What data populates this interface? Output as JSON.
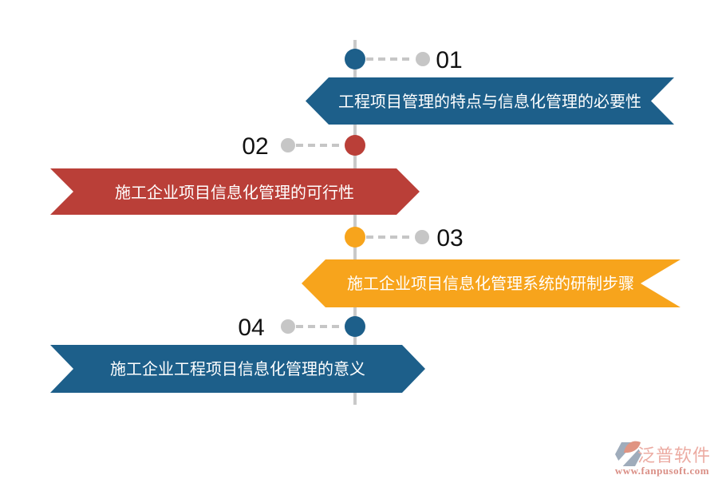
{
  "palette": {
    "blue": "#1d5f8a",
    "red": "#ba3f38",
    "orange": "#f7a41c",
    "line_gray": "#c9c9c9",
    "connector_gray": "#c6c6c6",
    "number_color": "#111111",
    "banner_text_color": "#ffffff"
  },
  "items": [
    {
      "number": "01",
      "label": "工程项目管理的特点与信息化管理的必要性",
      "color": "#1d5f8a",
      "side": "right"
    },
    {
      "number": "02",
      "label": "施工企业项目信息化管理的可行性",
      "color": "#ba3f38",
      "side": "left"
    },
    {
      "number": "03",
      "label": "施工企业项目信息化管理系统的研制步骤",
      "color": "#f7a41c",
      "side": "right"
    },
    {
      "number": "04",
      "label": "施工企业工程项目信息化管理的意义",
      "color": "#1d5f8a",
      "side": "left"
    }
  ],
  "watermark": {
    "brand": "泛普软件",
    "url": "www.fanpusoft.com",
    "brand_color": "#eba79e",
    "url_color": "#d98a80",
    "mark_body_color": "#9aa8b8",
    "mark_leaf_color": "#df8f7c"
  }
}
